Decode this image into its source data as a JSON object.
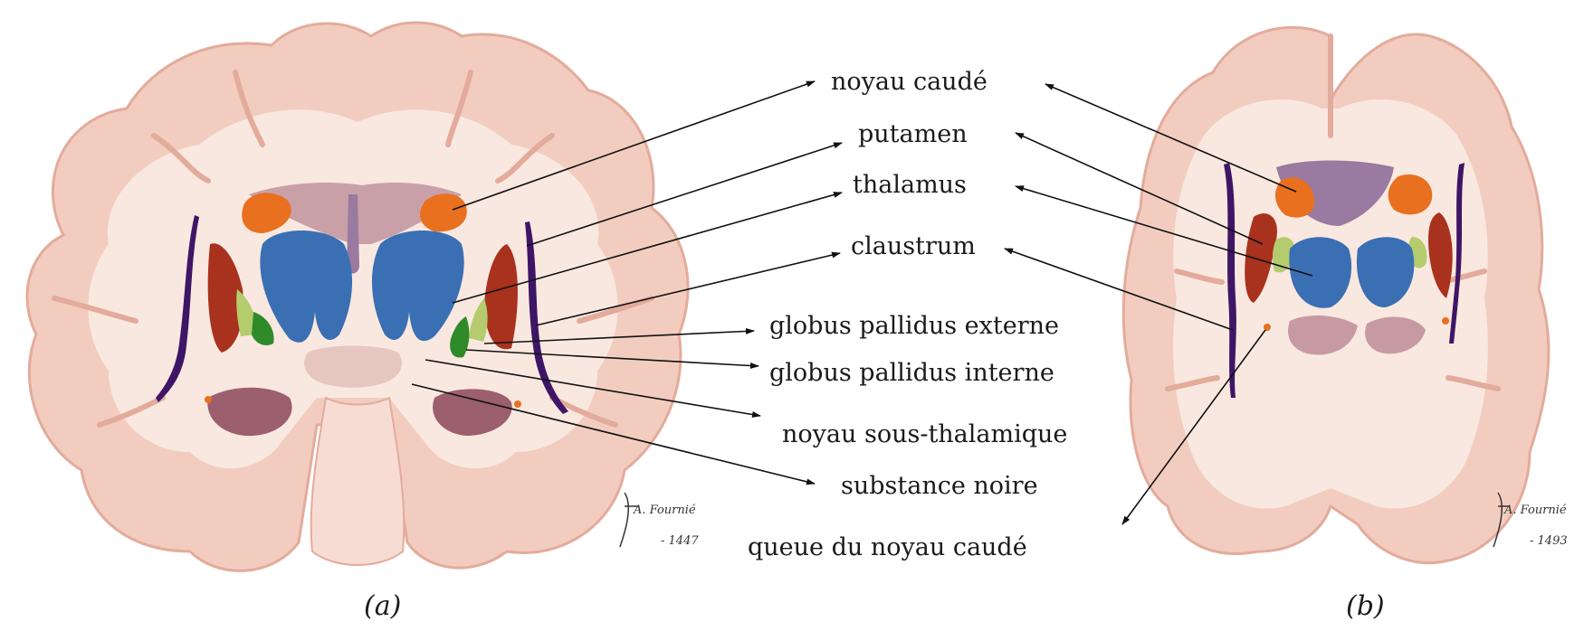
{
  "labels": {
    "noyau_caude": "noyau caudé",
    "putamen": "putamen",
    "thalamus": "thalamus",
    "claustrum": "claustrum",
    "gp_externe": "globus pallidus externe",
    "gp_interne": "globus pallidus interne",
    "sous_thalamique": "noyau sous-thalamique",
    "substance_noire": "substance noire",
    "queue_caude": "queue du noyau caudé"
  },
  "captions": {
    "a": "(a)",
    "b": "(b)"
  },
  "signatures": {
    "a_name": "A. Fournié",
    "a_year": "- 1447",
    "b_name": "A. Fournié",
    "b_year": "- 1493"
  },
  "colors": {
    "cortex": "#f2cdbf",
    "cortex_edge": "#e3ab9b",
    "white_matter": "#f9e8df",
    "caudate": "#e8701f",
    "putamen": "#a8321d",
    "thalamus": "#3b6fb4",
    "claustrum": "#3f1566",
    "gp_externe": "#b4cc6e",
    "gp_interne": "#2f8a2a",
    "midline": "#9a7aa0",
    "substantia": "#9c5f6e"
  }
}
